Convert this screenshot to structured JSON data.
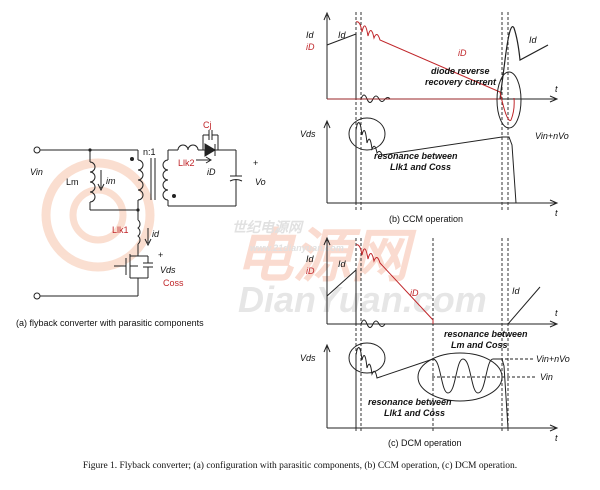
{
  "caption": "Figure 1. Flyback converter; (a) configuration with parasitic components, (b) CCM operation, (c) DCM operation.",
  "panel_a": {
    "title": "(a) flyback converter with parasitic components",
    "vin": "Vin",
    "lm": "Lm",
    "im": "im",
    "ratio": "n:1",
    "lk2": "Llk2",
    "lk1": "Llk1",
    "cj": "Cj",
    "id_sec": "iD",
    "id_pri": "id",
    "vo": "Vo",
    "vds": "Vds",
    "coss": "Coss",
    "plus": "+",
    "minus": "−"
  },
  "panel_b": {
    "title": "(b) CCM operation",
    "y_labels": [
      "Id",
      "iD",
      "Vds"
    ],
    "curve_id": "Id",
    "curve_iD": "iD",
    "t": "t",
    "diode_note_1": "diode reverse",
    "diode_note_2": "recovery current",
    "vin_nvo": "Vin+nVo",
    "res_1": "resonance between",
    "res_2": "Llk1 and Coss"
  },
  "panel_c": {
    "title": "(c) DCM operation",
    "y_labels": [
      "Id",
      "iD",
      "Vds"
    ],
    "curve_id": "Id",
    "curve_iD": "iD",
    "t": "t",
    "res_top_1": "resonance between",
    "res_top_2": "Lm and Coss",
    "vin_nvo": "Vin+nVo",
    "vin": "Vin",
    "res_1": "resonance between",
    "res_2": "Llk1 and Coss"
  },
  "watermark": {
    "cn": "电源网",
    "cn_small": "世纪电源网",
    "en": "DianYuan.com",
    "url": "www.21dianyuan.com"
  }
}
